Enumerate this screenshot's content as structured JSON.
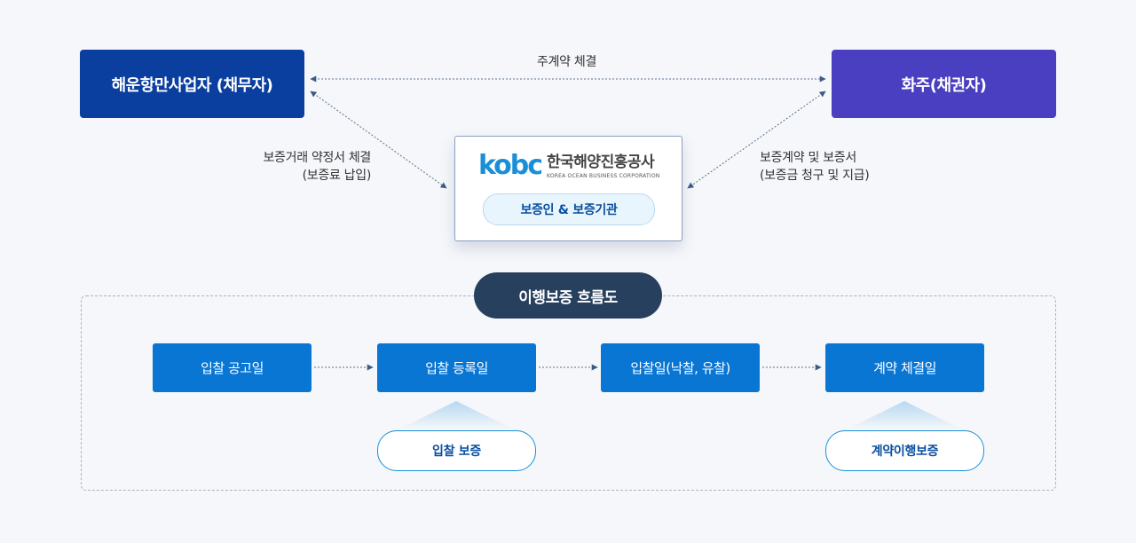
{
  "parties": {
    "debtor": "해운항만사업자 (채무자)",
    "creditor": "화주(채권자)"
  },
  "relations": {
    "main_contract": "주계약 체결",
    "guarantee_agreement_line1": "보증거래 약정서 체결",
    "guarantee_agreement_line2": "(보증료 납입)",
    "guarantee_contract_line1": "보증계약 및 보증서",
    "guarantee_contract_line2": "(보증금 청구 및 지급)"
  },
  "guarantor": {
    "logo_mark": "kobc",
    "logo_ko": "한국해양진흥공사",
    "logo_en": "KOREA OCEAN BUSINESS CORPORATION",
    "role": "보증인 & 보증기관"
  },
  "flow": {
    "title": "이행보증 흐름도",
    "steps": [
      "입찰 공고일",
      "입찰 등록일",
      "입찰일(낙찰, 유찰)",
      "계약 체결일"
    ],
    "bonds": [
      "입찰 보증",
      "계약이행보증"
    ]
  },
  "colors": {
    "debtor": "#0a3fa0",
    "creditor": "#4a3fc0",
    "step": "#0a76d4",
    "flow_title": "#27405e"
  }
}
